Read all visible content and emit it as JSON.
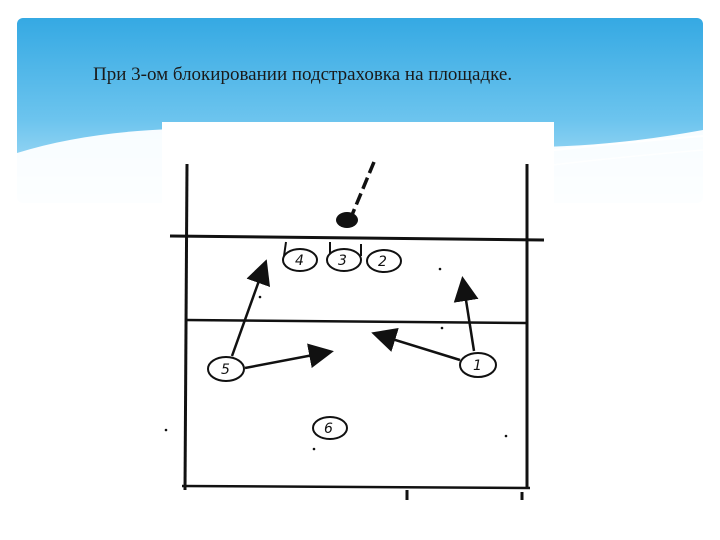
{
  "slide": {
    "title": "При 3-ом блокировании подстраховка на площадке.",
    "colors": {
      "band_top": "#35a9e3",
      "band_bottom": "#bfe6f8",
      "wave": "#ffffff",
      "ink": "#111111"
    }
  },
  "diagram": {
    "players": [
      {
        "id": "4",
        "label": "4",
        "role": "blocker"
      },
      {
        "id": "3",
        "label": "3",
        "role": "blocker"
      },
      {
        "id": "2",
        "label": "2",
        "role": "blocker"
      },
      {
        "id": "5",
        "label": "5",
        "role": "cover"
      },
      {
        "id": "1",
        "label": "1",
        "role": "cover"
      },
      {
        "id": "6",
        "label": "6",
        "role": "back"
      }
    ],
    "ball_icon": "volleyball-icon",
    "attack_direction_icon": "dashed-arrow-icon"
  }
}
